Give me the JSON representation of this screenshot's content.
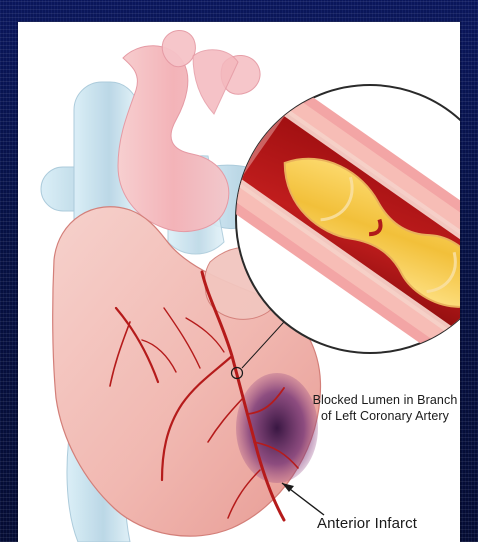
{
  "annotations": {
    "lumen_line1": "Blocked Lumen in Branch",
    "lumen_line2": "of Left Coronary Artery",
    "infarct": "Anterior Infarct"
  },
  "colors": {
    "background_navy": "#06103a",
    "panel_white": "#ffffff",
    "heart_pink": "#f2b7b1",
    "vessel_blue": "#bfdbe8",
    "artery_red": "#b51b1b",
    "plaque_yellow": "#f3c443",
    "infarct_purple": "#4a1d57"
  },
  "icons": [
    "heart-illustration",
    "artery-crosssection-magnifier",
    "infarct-arrow"
  ]
}
